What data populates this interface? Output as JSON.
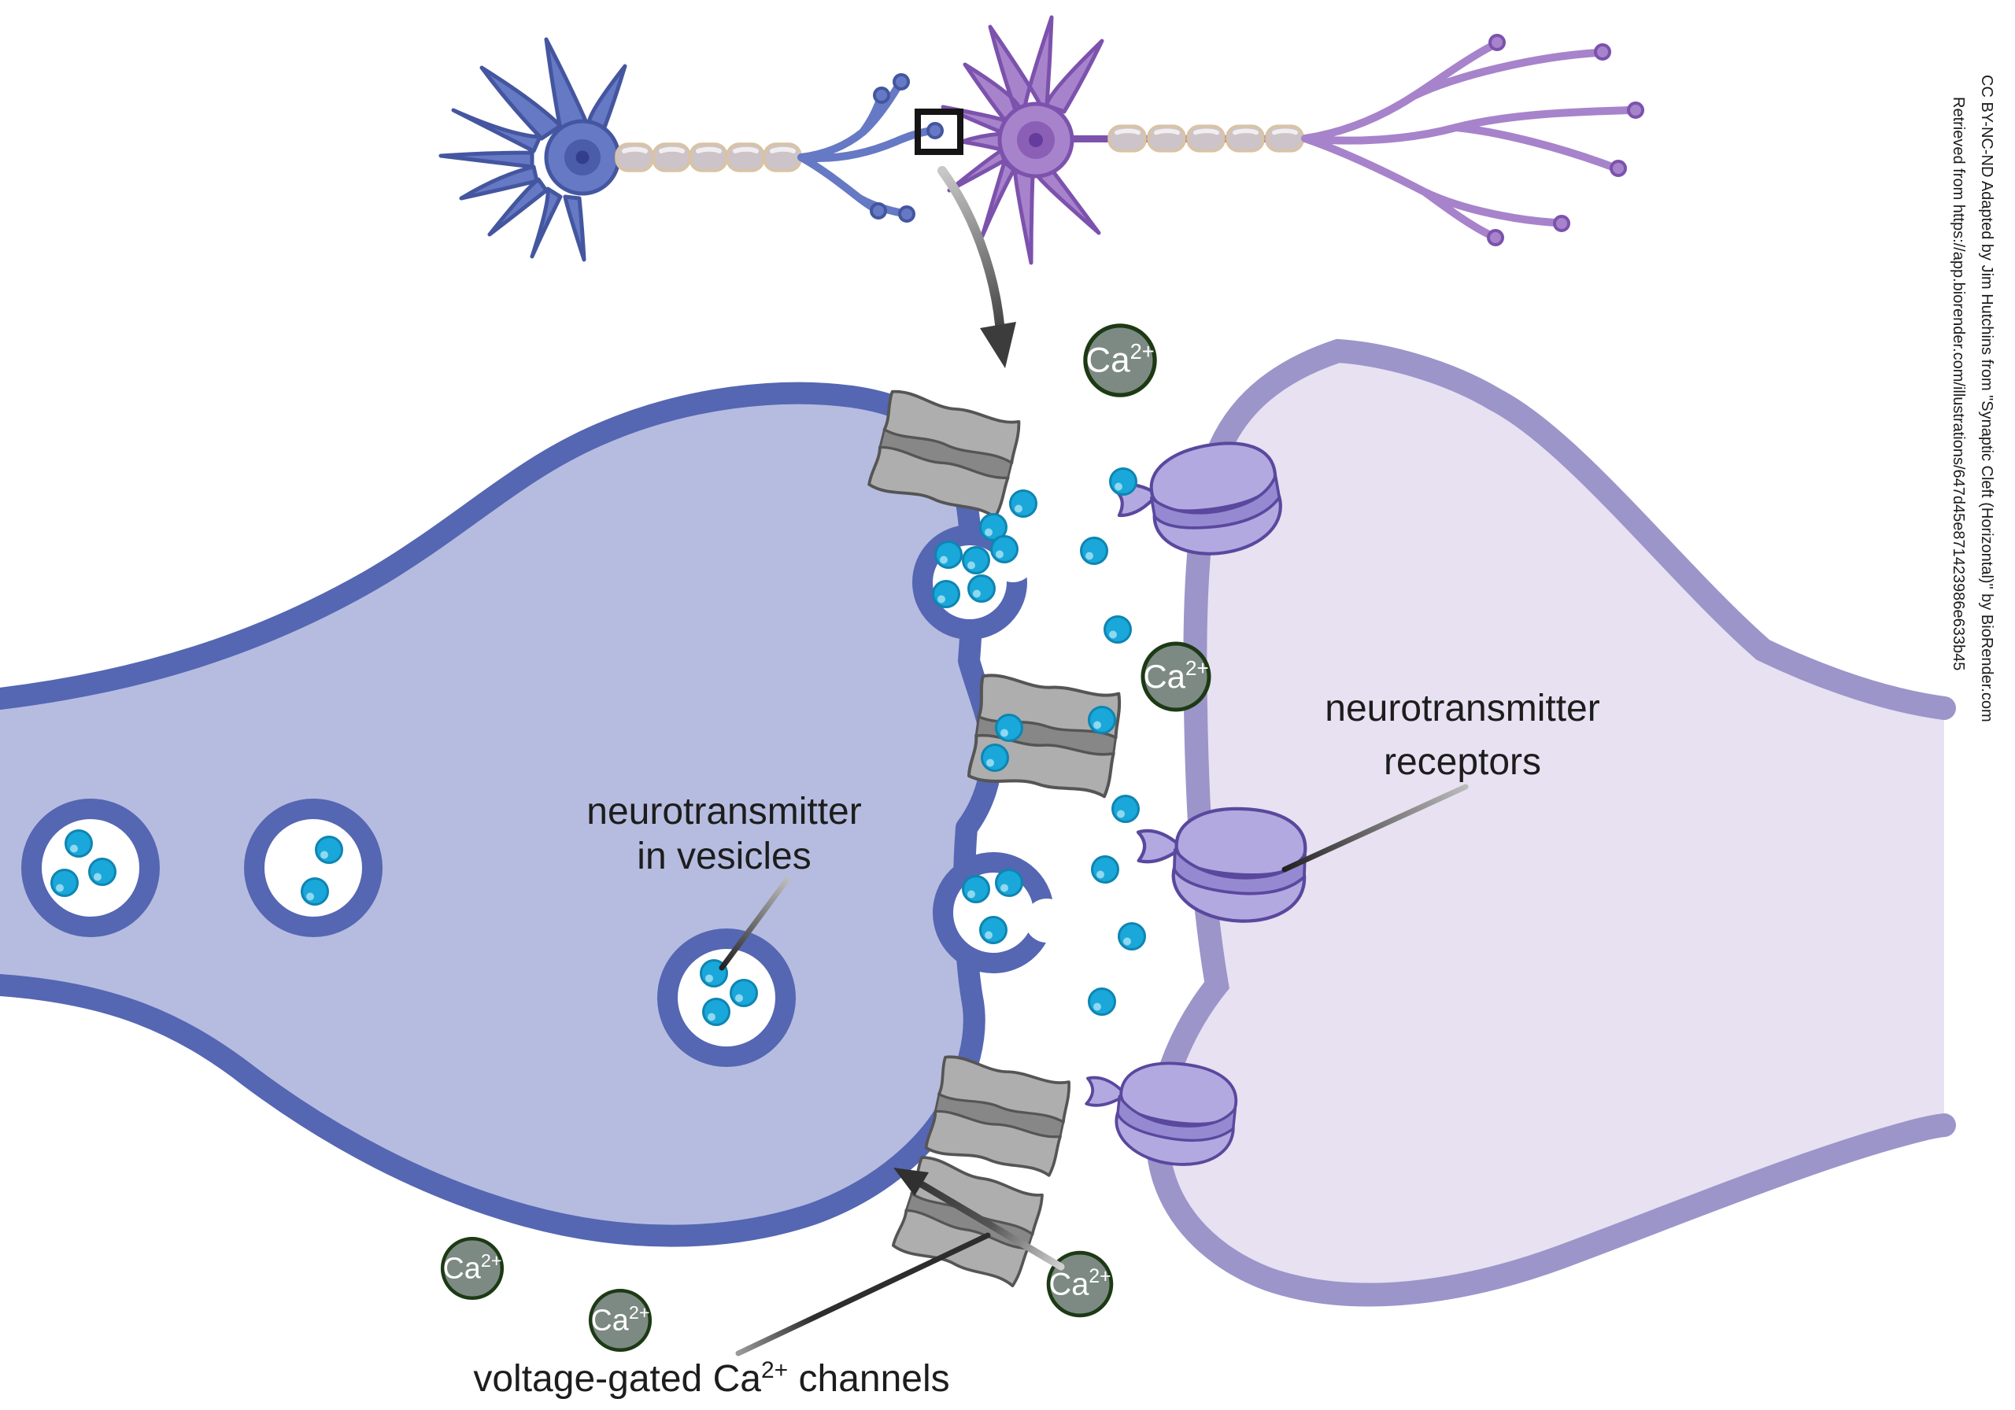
{
  "labels": {
    "vesicles_line1": "neurotransmitter",
    "vesicles_line2": "in vesicles",
    "receptors_line1": "neurotransmitter",
    "receptors_line2": "receptors",
    "channels_pre": "voltage-gated Ca",
    "channels_sup": "2+",
    "channels_post": " channels",
    "ca": "Ca",
    "ca_sup": "2+"
  },
  "attribution": {
    "line1": "CC BY-NC-ND Adapted by Jim Hutchins from \"Synaptic Cleft (Horizontal)\" by BioRender.com",
    "line2": "Retrieved from https://app.biorender.com/illustrations/647d45e871423986e633b45"
  },
  "structures": {
    "synaptic_vesicles": 5,
    "fusing_vesicles": 2,
    "voltage_gated_channels": 4,
    "neurotransmitter_receptors": 3,
    "ca_ion_badges": 5,
    "neurotransmitter_molecules_in_cleft": 13
  },
  "colors": {
    "presyn_fill": "#b6bcdf",
    "presyn_membrane": "#5566b3",
    "postsyn_fill": "#e7e1f1",
    "postsyn_membrane": "#9c95ca",
    "dot_fill": "#1aa7d9",
    "dot_stroke": "#0e85b2",
    "dot_highlight": "#8ed8f0",
    "channel_light": "#aeaeae",
    "channel_dark": "#878787",
    "channel_outline": "#555555",
    "receptor_light": "#b3a9e1",
    "receptor_dark": "#958ad1",
    "receptor_outline": "#5a489e",
    "ca_fill": "#7d8a84",
    "ca_border": "#1c3a14",
    "ca_text": "#ffffff",
    "label_text": "#1d1d1d",
    "neuron_blue": "#6679c4",
    "neuron_blue_outline": "#44569f",
    "neuron_blue_nucleus": "#4b5cab",
    "neuron_blue_nucleolus": "#333f8c",
    "neuron_purple": "#a783cb",
    "neuron_purple_outline": "#7c52ad",
    "neuron_purple_nucleus": "#8a5fb5",
    "neuron_purple_nucleolus": "#653c9b",
    "myelin_fill": "#cdc4c9",
    "myelin_stroke": "#d9c3a4"
  }
}
